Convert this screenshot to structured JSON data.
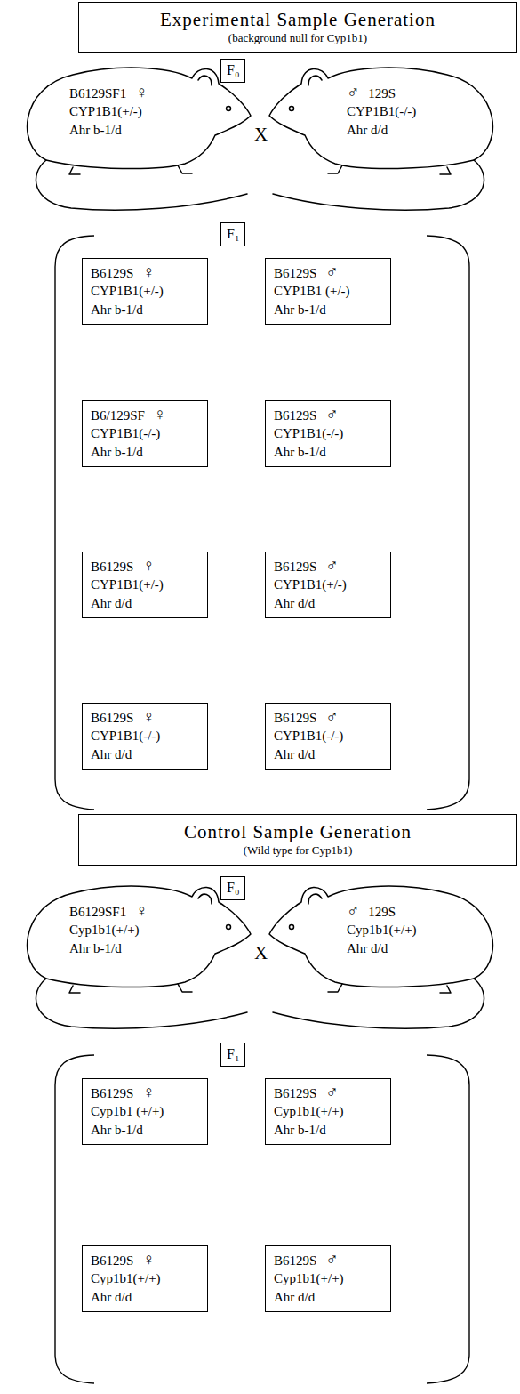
{
  "diagram": {
    "nodes": [
      {
        "text": [
          "Experimental Sample Generation",
          "(background null for Cyp1b1)"
        ]
      },
      {
        "text": [
          "F₀"
        ]
      },
      {
        "text": [
          "B6129SF1",
          "♀",
          "CYP1B1(+/-)",
          "Ahr b-1/d"
        ]
      },
      {
        "text": [
          "♂",
          "129S",
          "CYP1B1(-/-)",
          "Ahr d/d"
        ]
      },
      {
        "text": [
          "F₁"
        ]
      },
      {
        "text": [
          "B6129S",
          "♀",
          "CYP1B1(+/-)",
          "Ahr b-1/d"
        ]
      },
      {
        "text": [
          "B6129S",
          "♂",
          "CYP1B1 (+/-)",
          "Ahr b-1/d"
        ]
      },
      {
        "text": [
          "B6/129SF",
          "♀",
          "CYP1B1(-/-)",
          "Ahr b-1/d"
        ]
      },
      {
        "text": [
          "B6129S",
          "♂",
          "CYP1B1(-/-)",
          "Ahr b-1/d"
        ]
      },
      {
        "text": [
          "B6129S",
          "♀",
          "CYP1B1(+/-)",
          "Ahr d/d"
        ]
      },
      {
        "text": [
          "B6129S",
          "♂",
          "CYP1B1(+/-)",
          "Ahr d/d"
        ]
      },
      {
        "text": [
          "B6129S",
          "♀",
          "CYP1B1(-/-)",
          "Ahr d/d"
        ]
      },
      {
        "text": [
          "B6129S",
          "♂",
          "CYP1B1(-/-)",
          "Ahr d/d"
        ]
      },
      {
        "text": [
          "Control Sample Generation",
          "(Wild type for Cyp1b1)"
        ]
      },
      {
        "text": [
          "F₀"
        ]
      },
      {
        "text": [
          "B6129SF1",
          "♀",
          "Cyp1b1(+/+)",
          "Ahr b-1/d"
        ]
      },
      {
        "text": [
          "♂",
          "129S",
          "Cyp1b1(+/+)",
          "Ahr d/d"
        ]
      },
      {
        "text": [
          "F₁"
        ]
      },
      {
        "text": [
          "B6129S",
          "♀",
          "Cyp1b1 (+/+)",
          "Ahr b-1/d"
        ]
      },
      {
        "text": [
          "B6129S",
          "♂",
          "Cyp1b1(+/+)",
          "Ahr b-1/d"
        ]
      },
      {
        "text": [
          "B6129S",
          "♀",
          "Cyp1b1(+/+)",
          "Ahr d/d"
        ]
      },
      {
        "text": [
          "B6129S",
          "♂",
          "Cyp1b1(+/+)",
          "Ahr d/d"
        ]
      }
    ],
    "labels": [
      "X",
      "X"
    ]
  }
}
